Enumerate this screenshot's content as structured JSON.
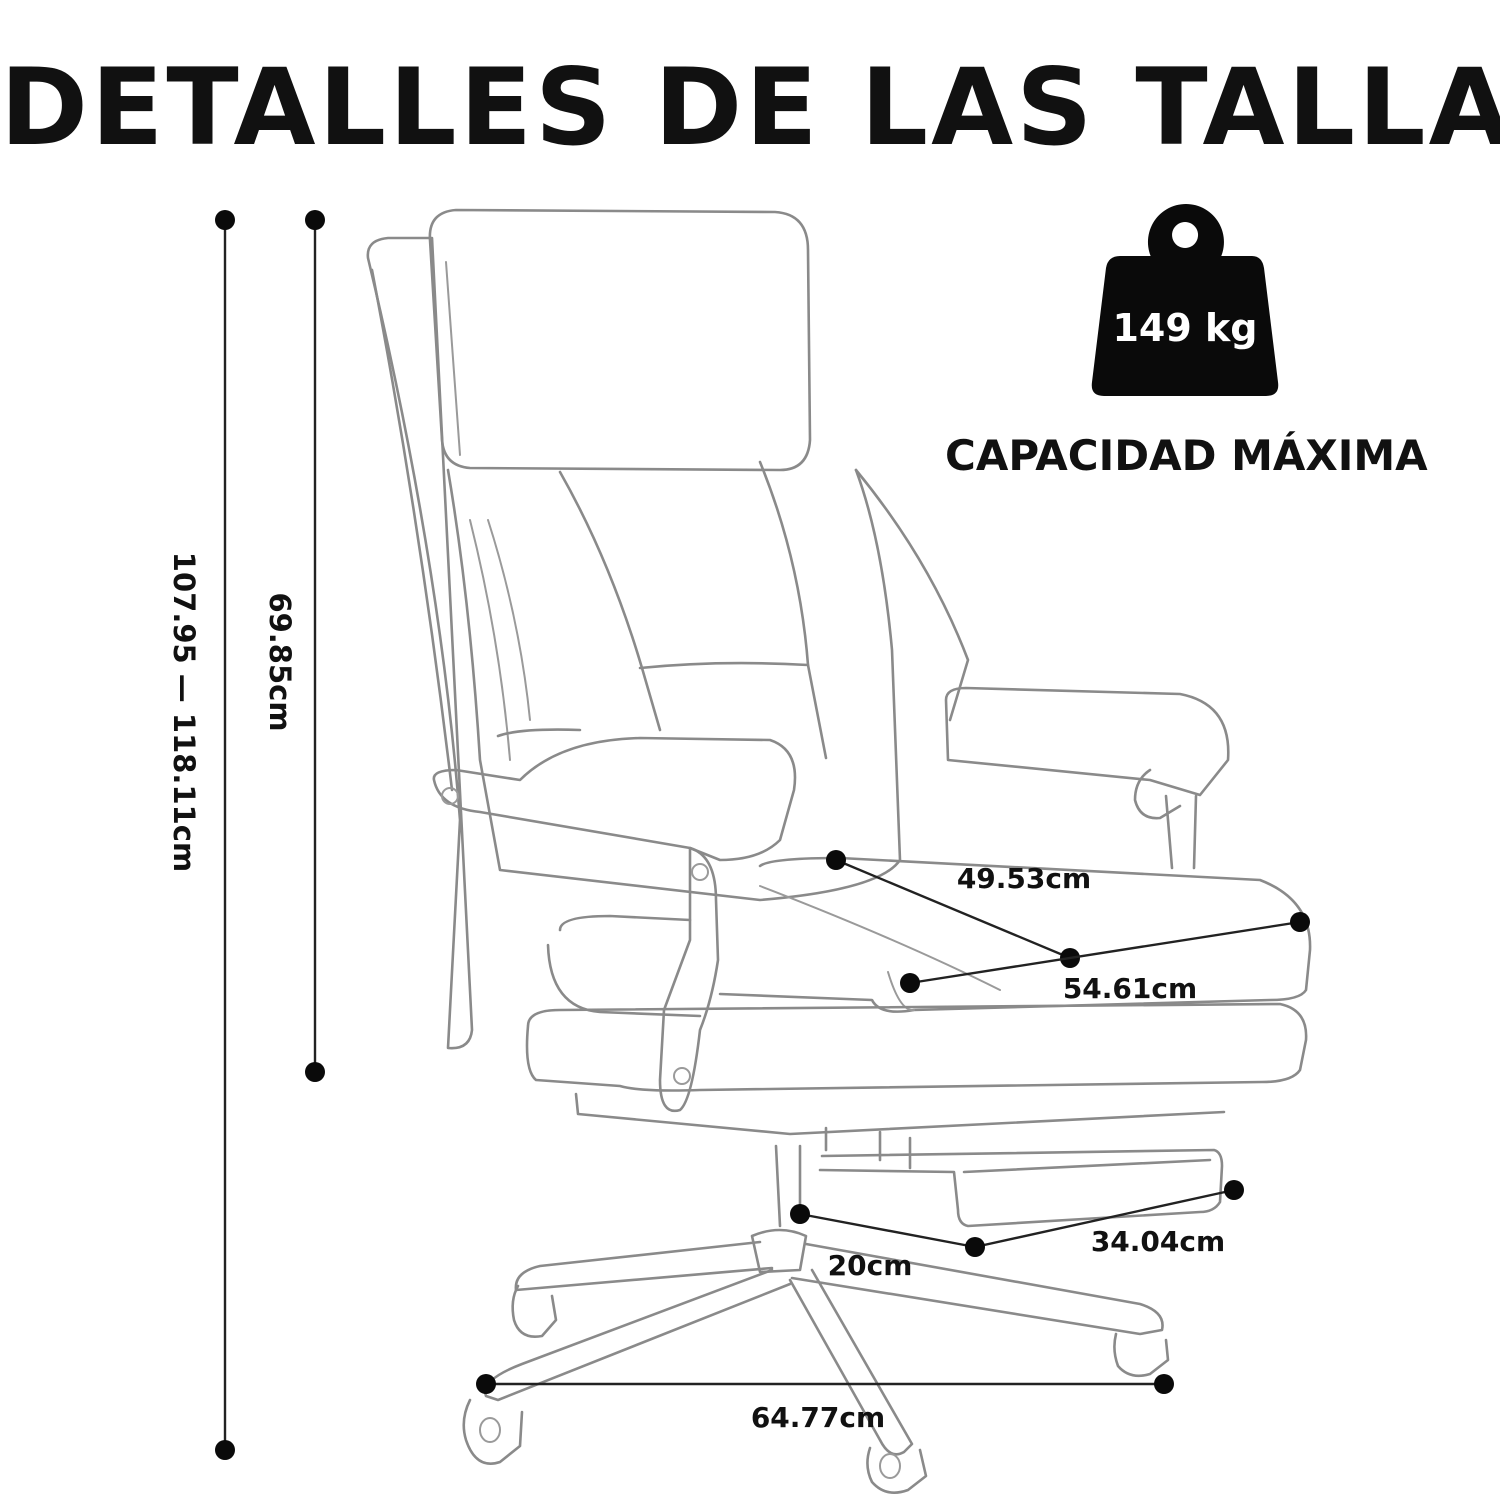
{
  "title": "DETALLES DE LAS TALLAS",
  "capacity": {
    "weight": "149 kg",
    "label": "CAPACIDAD MÁXIMA",
    "icon": "weight-icon"
  },
  "dimensions": {
    "total_height": "107.95 — 118.11cm",
    "backrest_height": "69.85cm",
    "seat_depth": "49.53cm",
    "seat_width": "54.61cm",
    "footrest_width": "34.04cm",
    "footrest_depth": "20cm",
    "base_width": "64.77cm"
  },
  "colors": {
    "text": "#111111",
    "outline": "#8a8a8a",
    "marker": "#0a0a0a"
  }
}
